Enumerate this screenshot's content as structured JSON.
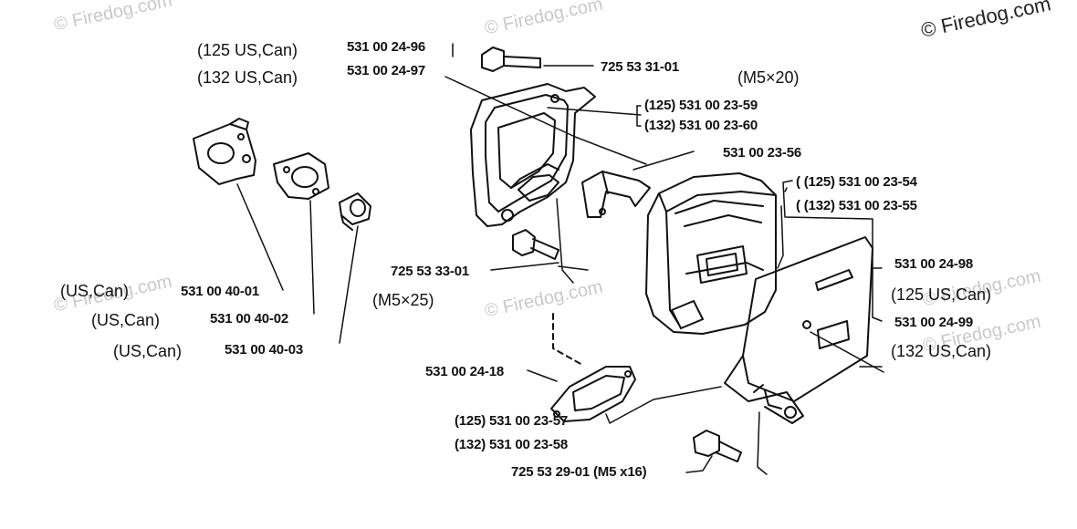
{
  "watermarks": [
    "© Firedog.com",
    "© Firedog.com",
    "© Firedog.com",
    "© Firedog.com",
    "© Firedog.com",
    "© Firedog.com",
    "© Firedog.com"
  ],
  "callouts": {
    "bracket_top_left_1": "531 00 24-96",
    "bracket_top_left_2": "531 00 24-97",
    "screw_top": "725 53 31-01",
    "screw_top_size": "(M5×20)",
    "housing_125": "(125) 531 00 23-59",
    "housing_132": "(132) 531 00 23-60",
    "deflector": "531 00 23-56",
    "muffler_125": "( (125) 531 00 23-54",
    "muffler_132": "( (132) 531 00 23-55",
    "plate_1": "531 00 24-98",
    "plate_1_model": "(125 US,Can)",
    "plate_2": "531 00 24-99",
    "plate_2_model": "(132 US,Can)",
    "screw_mid": "725 53 33-01",
    "screw_mid_size": "(M5×25)",
    "gasket": "531 00 24-18",
    "gasket2_125": "(125) 531 00 23-57",
    "gasket2_132": "(132) 531 00 23-58",
    "screw_bottom": "725 53 29-01 (M5 x16)"
  },
  "left_group": {
    "title_125": "(125 US,Can)",
    "title_132": "(132 US,Can)",
    "part_1": "531 00 40-01",
    "part_1_note": "(US,Can)",
    "part_2": "531 00 40-02",
    "part_2_note": "(US,Can)",
    "part_3": "531 00 40-03",
    "part_3_note": "(US,Can)"
  }
}
